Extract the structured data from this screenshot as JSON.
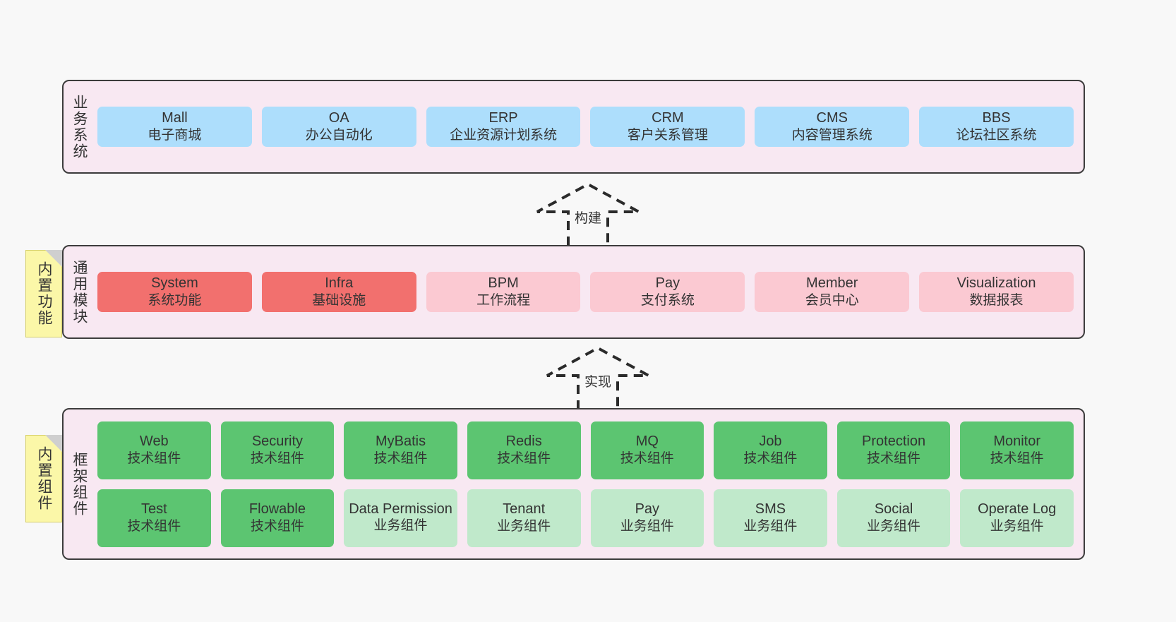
{
  "diagram": {
    "background_color": "#f8f8f8",
    "panel_color": "#f8e8f2",
    "panel_border_color": "#3c3c3c",
    "note_color": "#fbf7a8"
  },
  "layers": {
    "business": {
      "title": "业务系统",
      "accent": "#addefc",
      "items": [
        {
          "name": "Mall",
          "desc": "电子商城"
        },
        {
          "name": "OA",
          "desc": "办公自动化"
        },
        {
          "name": "ERP",
          "desc": "企业资源计划系统"
        },
        {
          "name": "CRM",
          "desc": "客户关系管理"
        },
        {
          "name": "CMS",
          "desc": "内容管理系统"
        },
        {
          "name": "BBS",
          "desc": "论坛社区系统"
        }
      ]
    },
    "common": {
      "title": "通用模块",
      "note": "内置功能",
      "accent_strong": "#f2706e",
      "accent_soft": "#fbc9d2",
      "items": [
        {
          "name": "System",
          "desc": "系统功能",
          "tone": "strong"
        },
        {
          "name": "Infra",
          "desc": "基础设施",
          "tone": "strong"
        },
        {
          "name": "BPM",
          "desc": "工作流程",
          "tone": "soft"
        },
        {
          "name": "Pay",
          "desc": "支付系统",
          "tone": "soft"
        },
        {
          "name": "Member",
          "desc": "会员中心",
          "tone": "soft"
        },
        {
          "name": "Visualization",
          "desc": "数据报表",
          "tone": "soft"
        }
      ]
    },
    "framework": {
      "title": "框架组件",
      "note": "内置组件",
      "accent_strong": "#5cc571",
      "accent_soft": "#c0e9cb",
      "row1": [
        {
          "name": "Web",
          "desc": "技术组件"
        },
        {
          "name": "Security",
          "desc": "技术组件"
        },
        {
          "name": "MyBatis",
          "desc": "技术组件"
        },
        {
          "name": "Redis",
          "desc": "技术组件"
        },
        {
          "name": "MQ",
          "desc": "技术组件"
        },
        {
          "name": "Job",
          "desc": "技术组件"
        },
        {
          "name": "Protection",
          "desc": "技术组件"
        },
        {
          "name": "Monitor",
          "desc": "技术组件"
        }
      ],
      "row2": [
        {
          "name": "Test",
          "desc": "技术组件",
          "tone": "strong"
        },
        {
          "name": "Flowable",
          "desc": "技术组件",
          "tone": "strong"
        },
        {
          "name": "Data Permission",
          "desc": "业务组件",
          "tone": "soft"
        },
        {
          "name": "Tenant",
          "desc": "业务组件",
          "tone": "soft"
        },
        {
          "name": "Pay",
          "desc": "业务组件",
          "tone": "soft"
        },
        {
          "name": "SMS",
          "desc": "业务组件",
          "tone": "soft"
        },
        {
          "name": "Social",
          "desc": "业务组件",
          "tone": "soft"
        },
        {
          "name": "Operate Log",
          "desc": "业务组件",
          "tone": "soft"
        }
      ]
    }
  },
  "connectors": [
    {
      "id": "build",
      "label": "构建",
      "style": "dashed-hollow-arrow-up"
    },
    {
      "id": "implement",
      "label": "实现",
      "style": "dashed-hollow-arrow-up"
    }
  ]
}
